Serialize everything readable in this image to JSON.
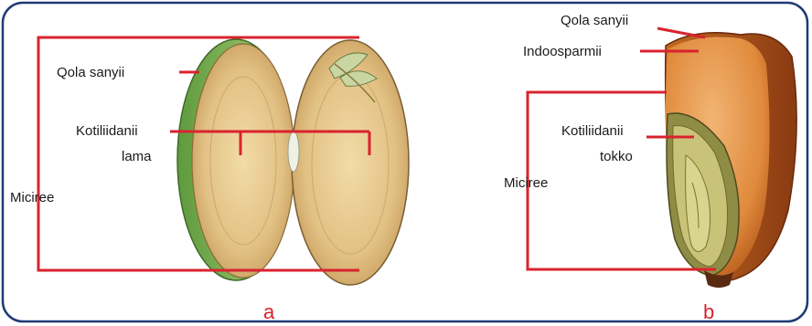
{
  "panel_a": {
    "seed_coat_label": "Qola sanyii",
    "cotyledon_label_line1": "Kotiliidanii",
    "cotyledon_label_line2": "lama",
    "embryo_label": "Miciree",
    "letter": "a"
  },
  "panel_b": {
    "seed_coat_label": "Qola sanyii",
    "endosperm_label": "Indoosparmii",
    "cotyledon_label_line1": "Kotiliidanii",
    "cotyledon_label_line2": "tokko",
    "embryo_label": "Miciree",
    "letter": "b"
  },
  "colors": {
    "frame": "#1f3a73",
    "leader": "#d9232e",
    "bean_coat": "#7fae5a",
    "bean_flesh": "#e4c58a",
    "maize_coat": "#b5541c",
    "maize_endosperm": "#e69a4e",
    "maize_embryo": "#c9c37a"
  }
}
